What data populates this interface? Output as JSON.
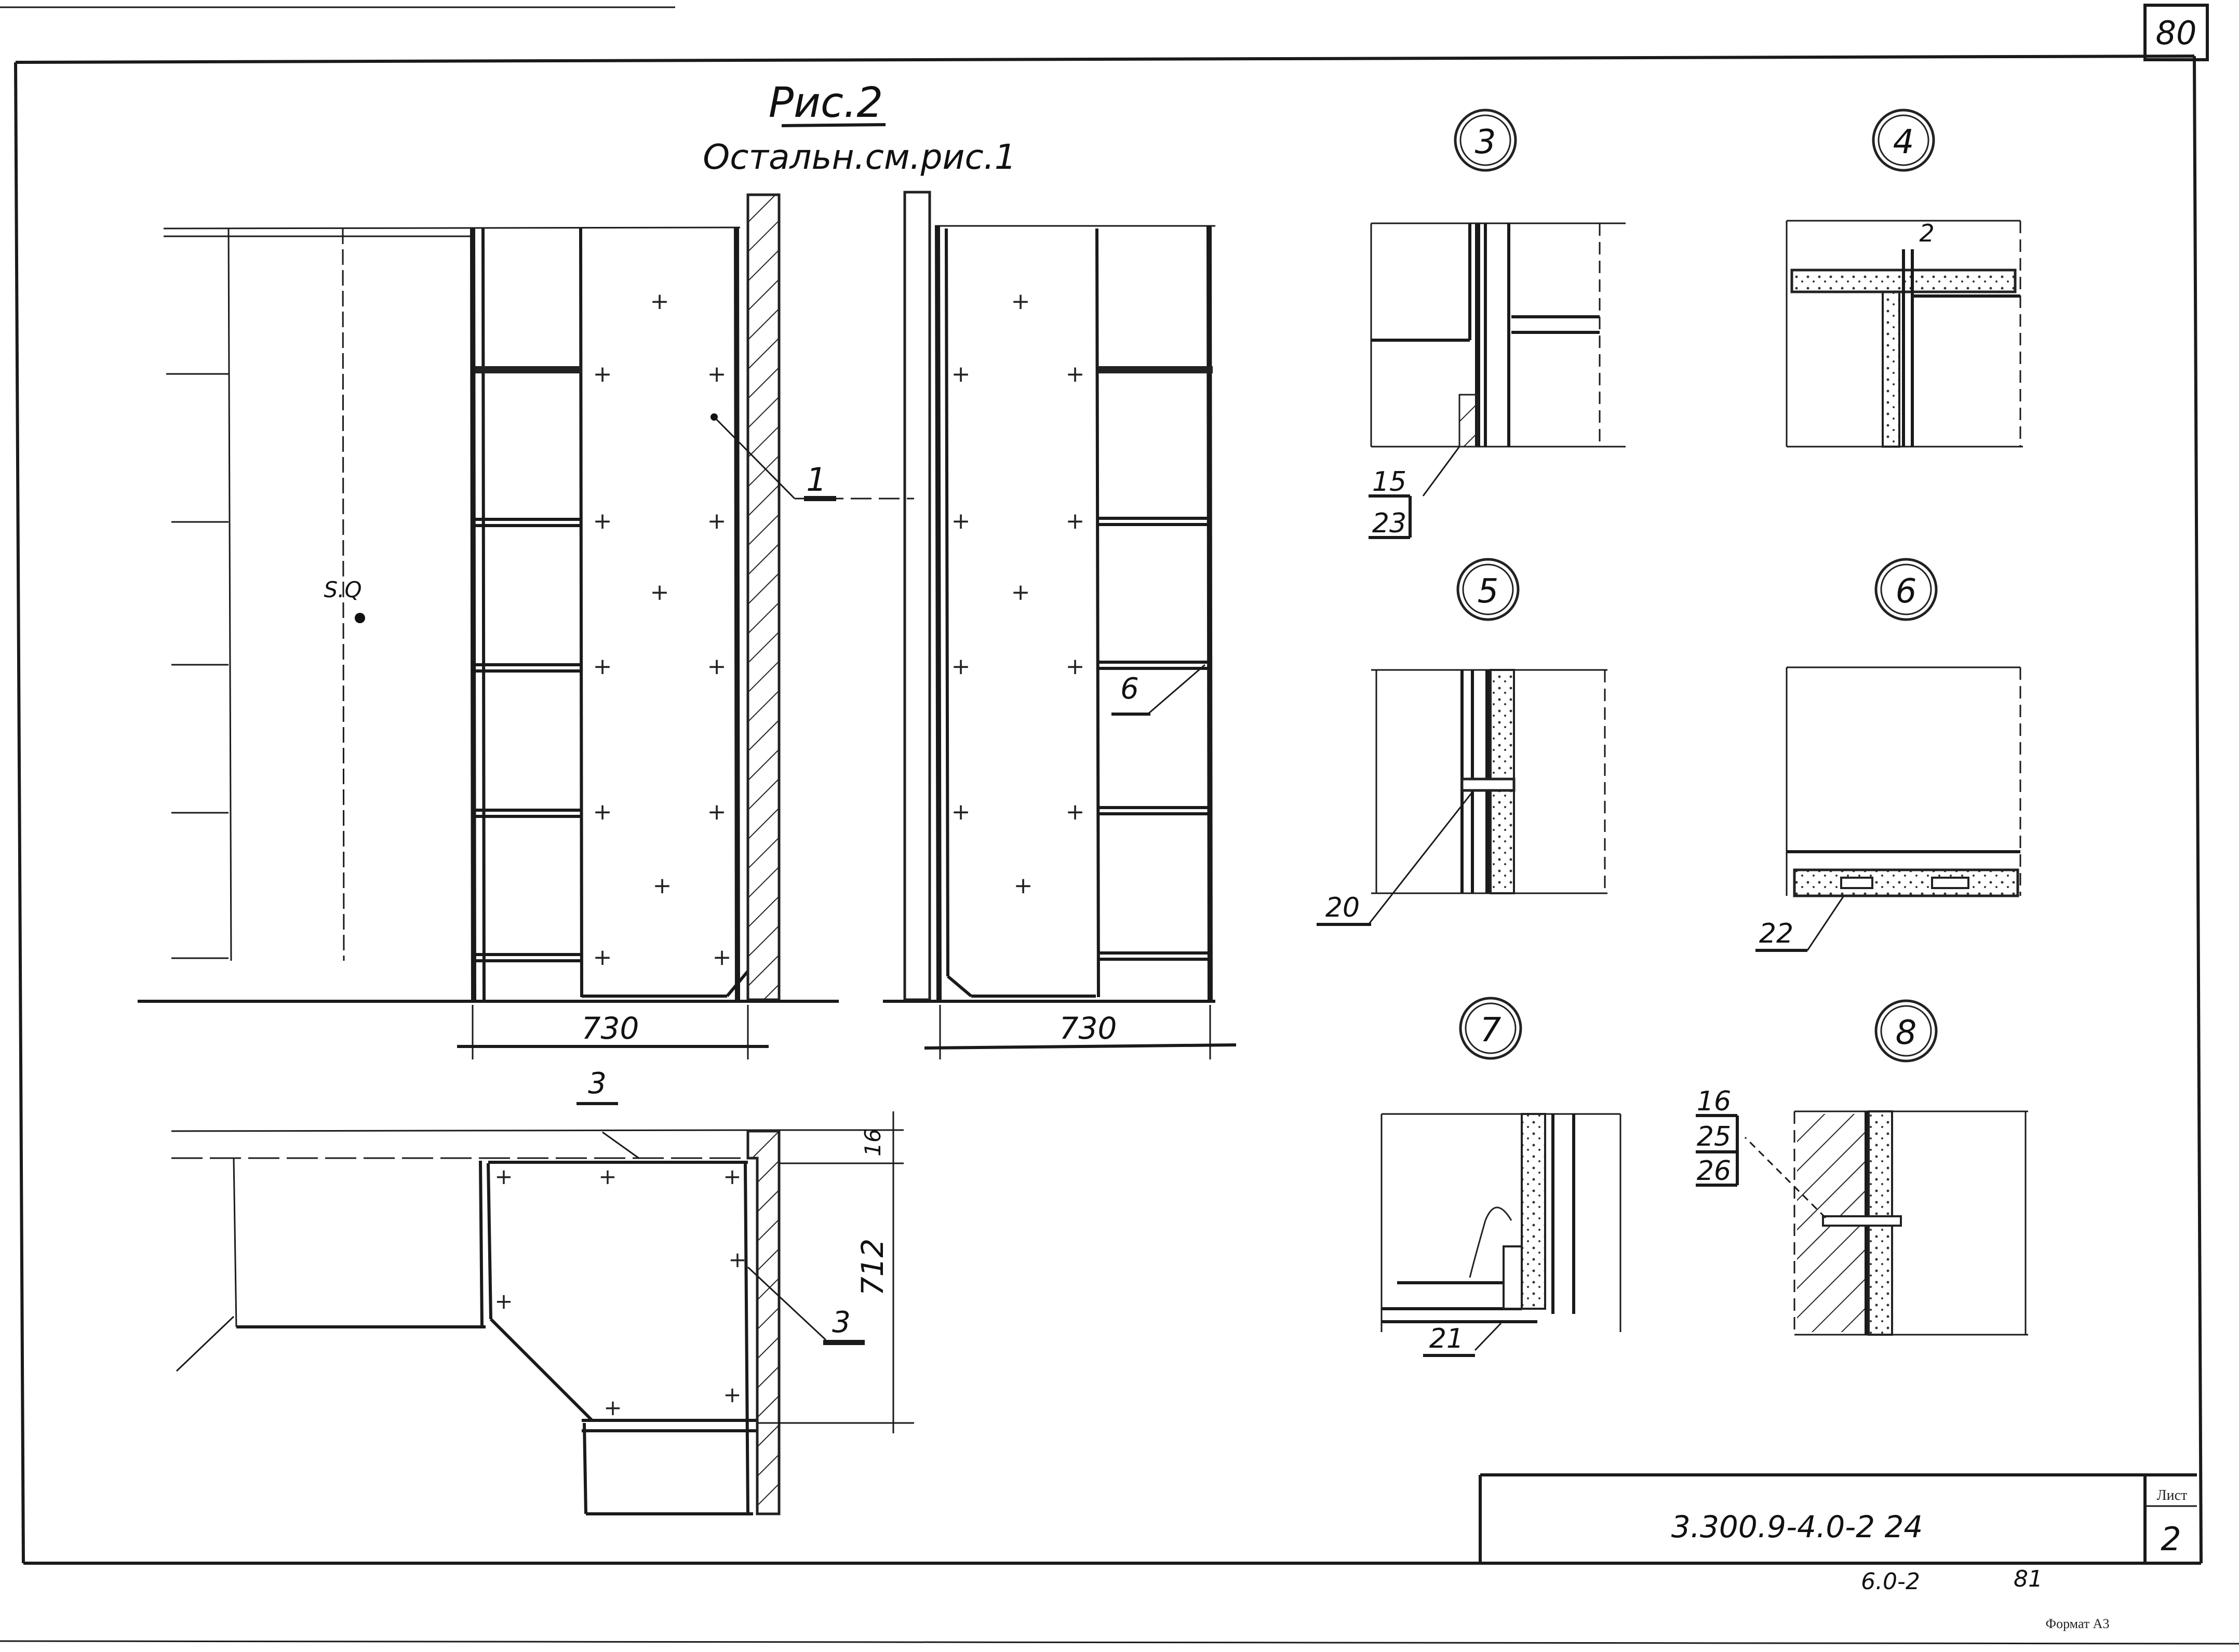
{
  "sheet": {
    "corner_number": "80",
    "figure_title": "Рис.2",
    "figure_subtitle": "Остальн.см.рис.1",
    "sheet_label": "Лист",
    "sheet_number": "2",
    "document_code": "3.300.9-4.0-2 24",
    "footer_left": "6.0-2",
    "footer_right": "81",
    "format_label": "Формат А3"
  },
  "elevation_left": {
    "dimension": "730",
    "center_mark": "S.Q"
  },
  "elevation_right": {
    "dimension": "730"
  },
  "plan": {
    "section_mark": "3",
    "dim_top": "16",
    "dim_height": "712"
  },
  "callouts": {
    "c1": "1",
    "c3": "3",
    "c6": "6",
    "c15": "15",
    "c23": "23",
    "c20": "20",
    "c21": "21",
    "c22": "22",
    "c16": "16",
    "c25": "25",
    "c26": "26",
    "c2": "2"
  },
  "details": [
    {
      "id": "3"
    },
    {
      "id": "4"
    },
    {
      "id": "5"
    },
    {
      "id": "6"
    },
    {
      "id": "7"
    },
    {
      "id": "8"
    }
  ]
}
